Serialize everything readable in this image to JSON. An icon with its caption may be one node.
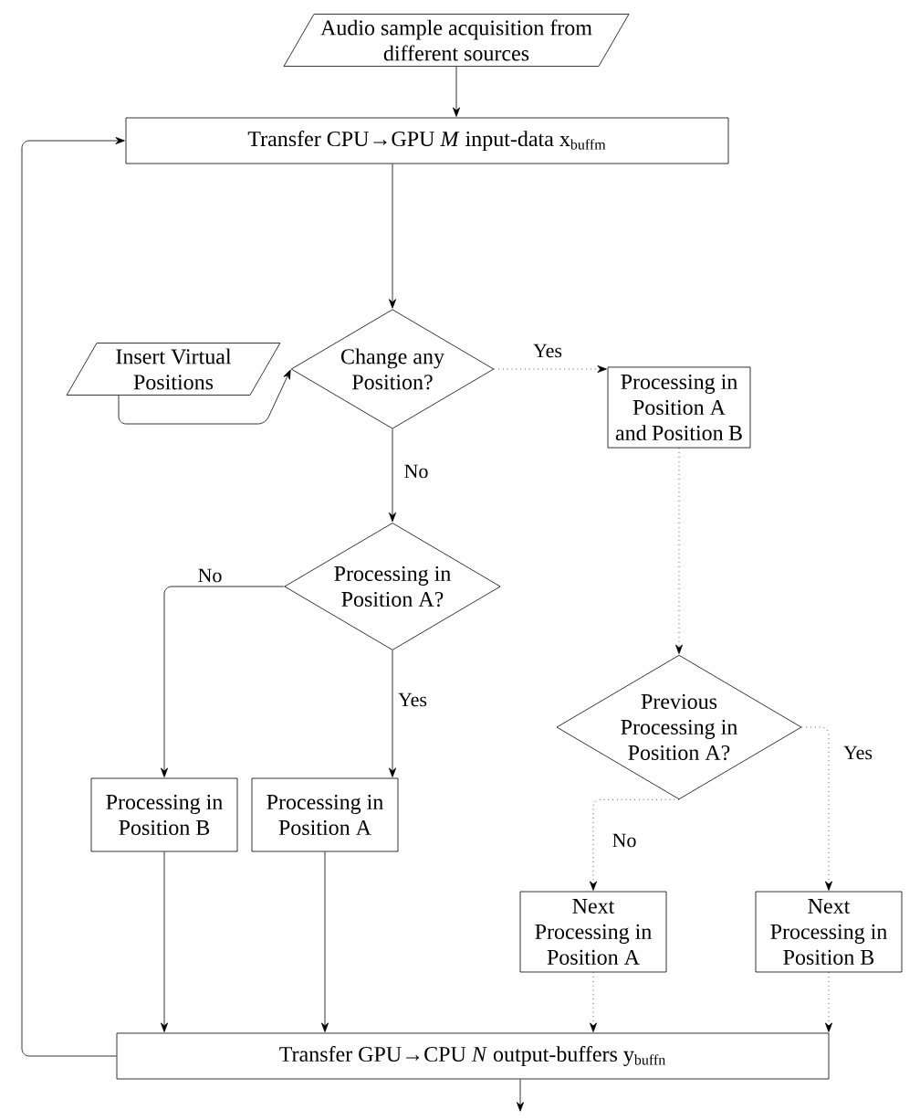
{
  "diagram": {
    "nodes": [
      {
        "text": [
          "Audio sample acquisition from different sources"
        ]
      },
      {
        "text": [
          "Transfer CPU→GPU *M* input-data x$_{buffm}$"
        ]
      },
      {
        "text": [
          "Insert Virtual Positions"
        ]
      },
      {
        "text": [
          "Change any Position?"
        ]
      },
      {
        "text": [
          "Processing in Position A and Position B"
        ]
      },
      {
        "text": [
          "Processing in Position A?"
        ]
      },
      {
        "text": [
          "Previous Processing in Position A?"
        ]
      },
      {
        "text": [
          "Processing in Position B"
        ]
      },
      {
        "text": [
          "Processing in Position A"
        ]
      },
      {
        "text": [
          "Next Processing in Position A"
        ]
      },
      {
        "text": [
          "Next Processing in Position B"
        ]
      },
      {
        "text": [
          "Transfer GPU→CPU *N* output-buffers y$_{buffn}$"
        ]
      }
    ],
    "edges": [
      {
        "from": 0,
        "to": 1,
        "arrow": "to"
      },
      {
        "from": 1,
        "to": 3,
        "arrow": "to"
      },
      {
        "from": 2,
        "to": 3,
        "arrow": "to"
      },
      {
        "from": 3,
        "to": 4,
        "arrow": "to",
        "label": "Yes",
        "style": "dashed"
      },
      {
        "from": 3,
        "to": 5,
        "arrow": "to",
        "label": "No"
      },
      {
        "from": 5,
        "to": 7,
        "arrow": "to",
        "label": "No"
      },
      {
        "from": 5,
        "to": 8,
        "arrow": "to",
        "label": "Yes"
      },
      {
        "from": 4,
        "to": 6,
        "arrow": "to",
        "style": "dashed"
      },
      {
        "from": 6,
        "to": 9,
        "arrow": "to",
        "label": "No",
        "style": "dashed"
      },
      {
        "from": 6,
        "to": 10,
        "arrow": "to",
        "label": "Yes",
        "style": "dashed"
      },
      {
        "from": 7,
        "to": 11,
        "arrow": "to"
      },
      {
        "from": 8,
        "to": 11,
        "arrow": "to"
      },
      {
        "from": 9,
        "to": 11,
        "arrow": "to",
        "style": "dashed"
      },
      {
        "from": 10,
        "to": 11,
        "arrow": "to",
        "style": "dashed"
      },
      {
        "from": 11,
        "to": 1,
        "arrow": "to"
      },
      {
        "from": 11,
        "to": null,
        "arrow": "to"
      }
    ]
  }
}
